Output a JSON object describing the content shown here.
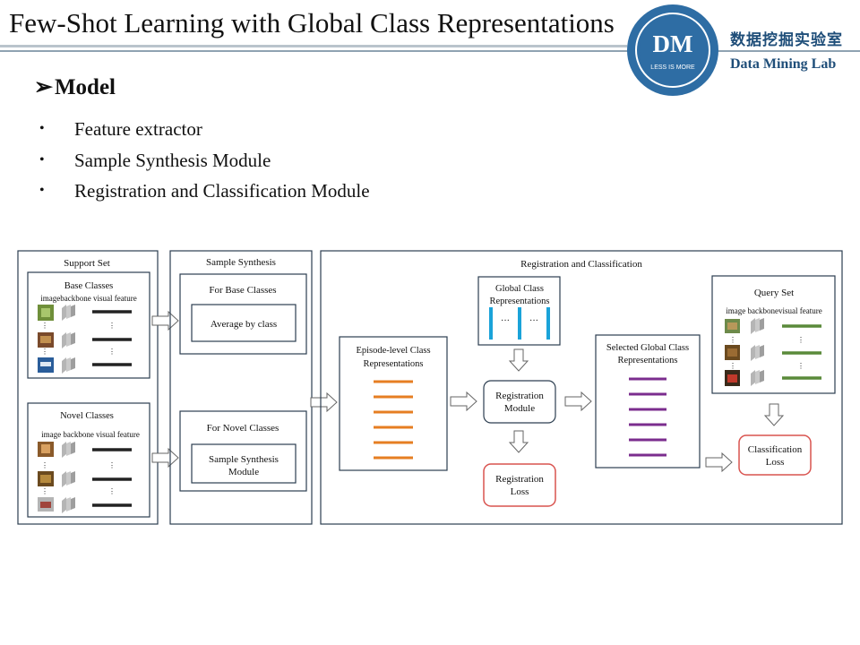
{
  "slide": {
    "title": "Few-Shot Learning with Global Class Representations",
    "section": "Model",
    "section_marker": "➢",
    "bullets": [
      "Feature extractor",
      "Sample Synthesis Module",
      "Registration and Classification Module"
    ]
  },
  "logo": {
    "monogram": "DM",
    "motto": "LESS IS MORE",
    "lab_name_cn": "数据挖掘实验室",
    "lab_name_en": "Data Mining Lab",
    "color": "#1f4e79"
  },
  "diagram": {
    "support_set": {
      "title": "Support Set",
      "base": {
        "title": "Base Classes",
        "header": "imagebackbone visual feature"
      },
      "novel": {
        "title": "Novel Classes",
        "header": "image backbone visual feature"
      },
      "ellipsis": "⋮"
    },
    "sample_synthesis": {
      "title": "Sample Synthesis",
      "base": {
        "title": "For Base Classes",
        "box": "Average by class"
      },
      "novel": {
        "title": "For Novel Classes",
        "box_line1": "Sample Synthesis",
        "box_line2": "Module"
      }
    },
    "registration_classification": {
      "title": "Registration and Classification",
      "global_class": {
        "line1": "Global Class",
        "line2": "Representations",
        "dots": "···"
      },
      "episode_level": {
        "line1": "Episode-level Class",
        "line2": "Representations"
      },
      "registration_module": {
        "line1": "Registration",
        "line2": "Module"
      },
      "registration_loss": {
        "line1": "Registration",
        "line2": "Loss"
      },
      "selected_global": {
        "line1": "Selected Global Class",
        "line2": "Representations"
      },
      "query_set": {
        "title": "Query Set",
        "header": "image backbonevisual feature"
      },
      "classification_loss": {
        "line1": "Classification",
        "line2": "Loss"
      }
    },
    "colors": {
      "orange": "#e67e22",
      "blue": "#1aa3d9",
      "purple": "#7b2d8e",
      "green": "#5a8a3a",
      "red": "#d9534f",
      "frame": "#2c3e50"
    }
  }
}
